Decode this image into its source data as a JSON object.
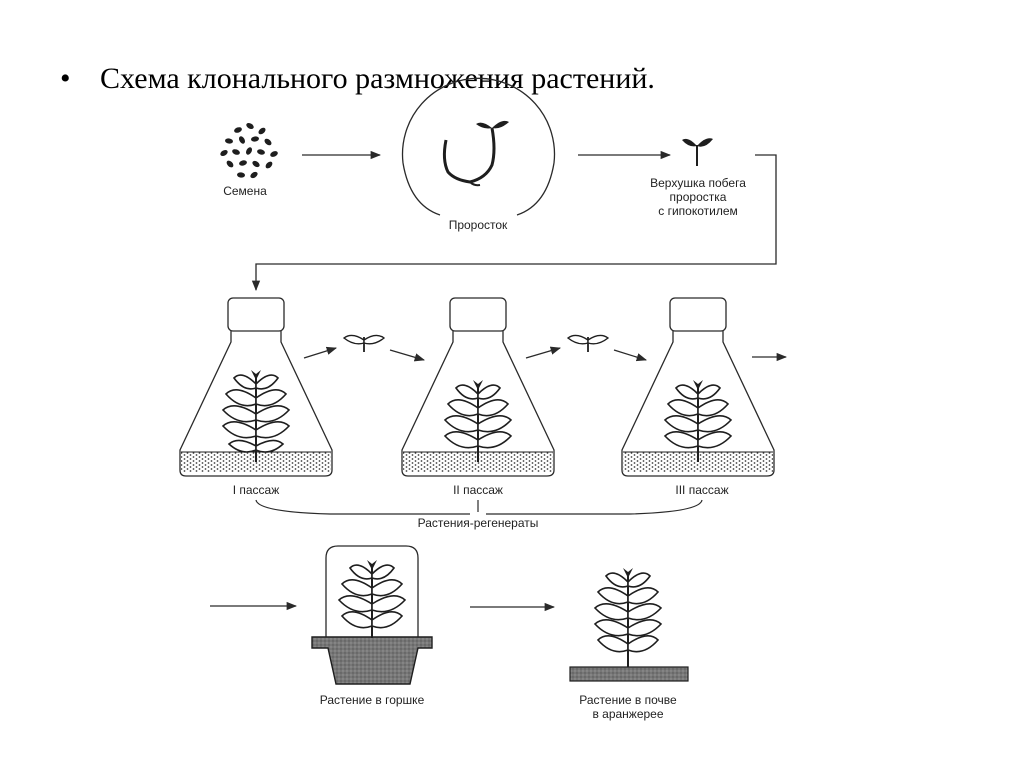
{
  "slide": {
    "bullet": "•",
    "title": "Схема клонального размножения растений."
  },
  "diagram": {
    "labels": {
      "seeds": "Семена",
      "sprout": "Проросток",
      "shoot_tip_line1": "Верхушка побега",
      "shoot_tip_line2": "проростка",
      "shoot_tip_line3": "с гипокотилем",
      "passage_1": "I пассаж",
      "passage_2": "II пассаж",
      "passage_3": "III пассаж",
      "regenerated": "Растения-регенераты",
      "pot_plant": "Растение в горшке",
      "greenhouse_line1": "Растение в почве",
      "greenhouse_line2": "в аранжерее"
    },
    "line_color": "#2a2a2a"
  }
}
